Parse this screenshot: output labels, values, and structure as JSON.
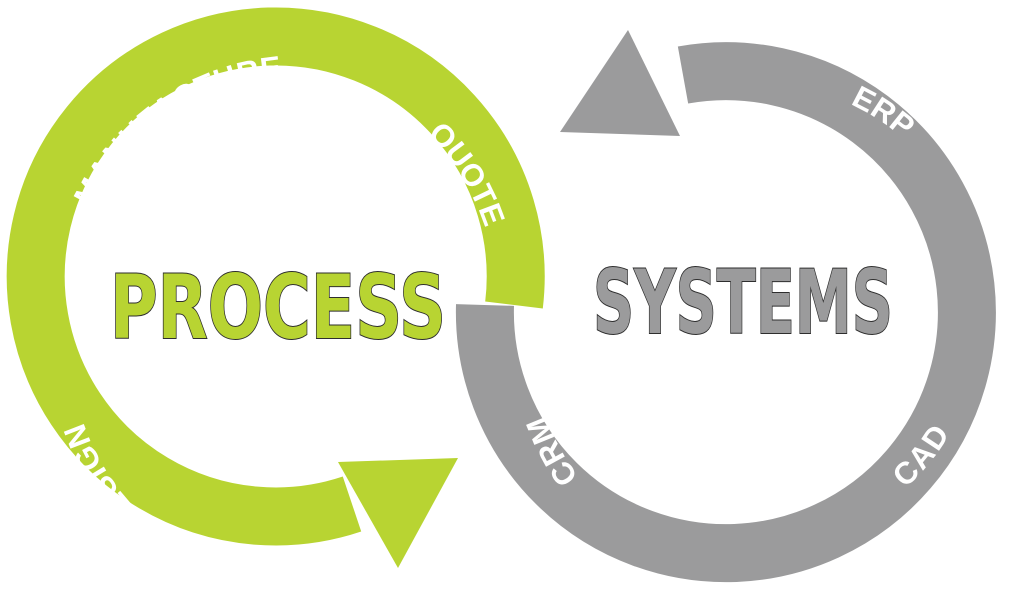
{
  "process": {
    "title": "PROCESS",
    "steps": {
      "manufacture": "MANUFACTURE",
      "quote": "QUOTE",
      "design": "DESIGN"
    }
  },
  "systems": {
    "title": "SYSTEMS",
    "items": {
      "erp": "ERP",
      "cad": "CAD",
      "crm": "CRM"
    }
  },
  "colors": {
    "process_green": "#b8d432",
    "systems_gray": "#9b9b9c",
    "outline": "#2e2e2e",
    "label_white": "#ffffff"
  }
}
